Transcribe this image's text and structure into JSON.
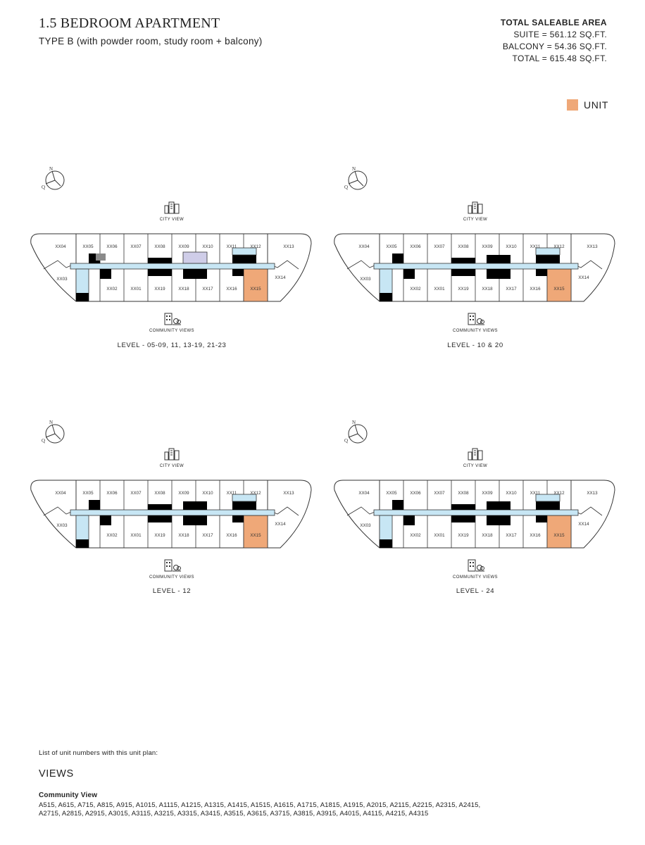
{
  "header": {
    "title": "1.5 BEDROOM APARTMENT",
    "subtitle": "TYPE B (with powder room, study room + balcony)"
  },
  "area": {
    "heading": "TOTAL SALEABLE AREA",
    "suite": "SUITE = 561.12 SQ.FT.",
    "balcony": "BALCONY = 54.36 SQ.FT.",
    "total": "TOTAL = 615.48 SQ.FT."
  },
  "legend": {
    "label": "UNIT",
    "color": "#EFA878"
  },
  "colors": {
    "unit": "#EFA878",
    "corridor": "#C7E6F4",
    "core": "#000000",
    "line": "#333333",
    "lavender": "#CFCDE8",
    "grey": "#8A8A8A"
  },
  "compass": {
    "north": "N",
    "q": "Q"
  },
  "views": {
    "city": "CITY VIEW",
    "community": "COMMUNITY VIEWS"
  },
  "units": {
    "top": [
      "XX04",
      "XX05",
      "XX06",
      "XX07",
      "XX08",
      "XX09",
      "XX10",
      "XX11",
      "XX12",
      "XX13"
    ],
    "bottom": [
      "XX03",
      "XX02",
      "XX01",
      "XX19",
      "XX18",
      "XX17",
      "XX16",
      "XX15",
      "XX14"
    ]
  },
  "levels": [
    "LEVEL - 05-09, 11, 13-19, 21-23",
    "LEVEL - 10 & 20",
    "LEVEL - 12",
    "LEVEL - 24"
  ],
  "footer": {
    "list_note": "List of unit numbers with this unit plan:",
    "views_heading": "VIEWS",
    "community_heading": "Community View",
    "community_line1": "A515, A615, A715, A815, A915, A1015, A1115, A1215, A1315, A1415, A1515, A1615, A1715, A1815, A1915, A2015, A2115, A2215, A2315, A2415,",
    "community_line2": "A2715, A2815, A2915, A3015, A3115, A3215, A3315, A3415, A3515, A3615, A3715, A3815, A3915, A4015, A4115, A4215, A4315"
  }
}
